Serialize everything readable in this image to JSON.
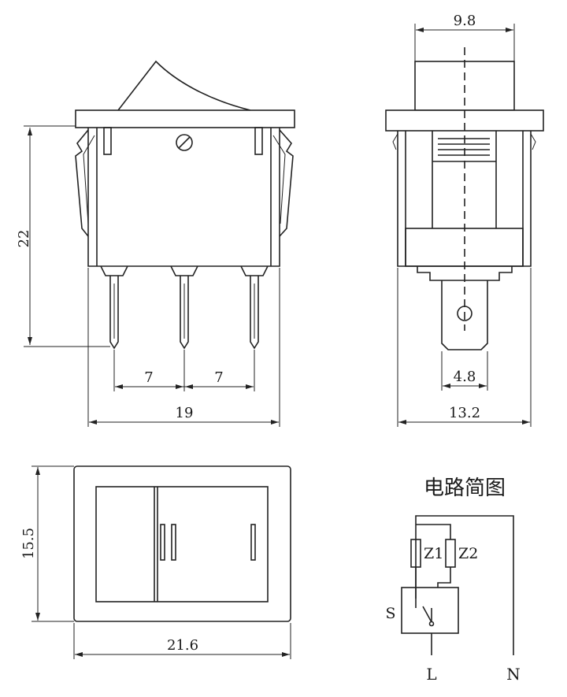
{
  "dimensions": {
    "height": "22",
    "pitch_left": "7",
    "pitch_right": "7",
    "width_front": "19",
    "width_side_top": "9.8",
    "terminal_width": "4.8",
    "width_side": "13.2",
    "bottom_height": "15.5",
    "bottom_width": "21.6"
  },
  "circuit": {
    "title": "电路简图",
    "lamp_1": "Z1",
    "lamp_2": "Z2",
    "switch": "S",
    "live": "L",
    "neutral": "N"
  }
}
